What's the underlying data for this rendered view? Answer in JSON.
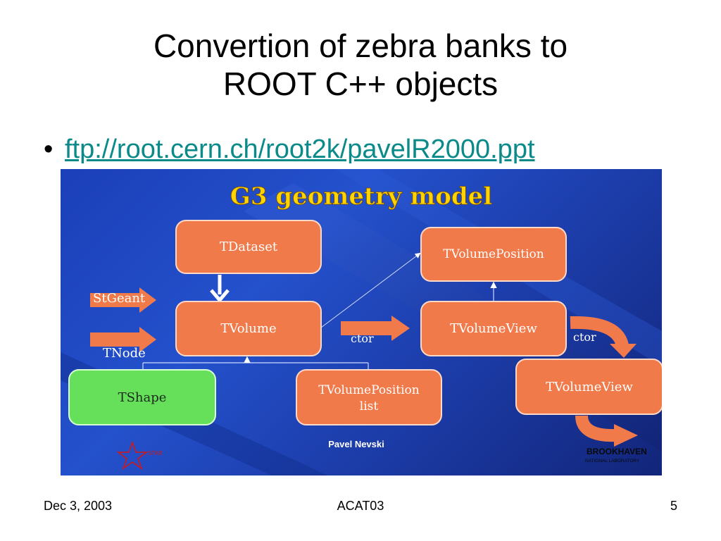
{
  "slide": {
    "title_line1": "Convertion of zebra banks to",
    "title_line2": "ROOT C++ objects",
    "bullet_link": "ftp://root.cern.ch/root2k/pavelR2000.ppt"
  },
  "diagram": {
    "heading": "G3 geometry model",
    "boxes": {
      "tdataset": "TDataset",
      "tvolume": "TVolume",
      "tshape": "TShape",
      "tvolumeposition_list_line1": "TVolumePosition",
      "tvolumeposition_list_line2": "list",
      "tvolumeposition": "TVolumePosition",
      "tvolumeview": "TVolumeView",
      "tvolumeview2": "TVolumeView"
    },
    "labels": {
      "stgeant": "StGeant",
      "tnode": "TNode",
      "ctor1": "ctor",
      "ctor2": "ctor",
      "author": "Pavel Nevski"
    },
    "logos": {
      "star": "STAR",
      "bnl": "BROOKHAVEN",
      "bnl_sub": "NATIONAL LABORATORY"
    },
    "colors": {
      "box_orange": "#f07a4a",
      "box_green": "#66e05a",
      "background_blue": "#1d44b8",
      "heading_yellow": "#ffd400"
    }
  },
  "footer": {
    "date": "Dec 3, 2003",
    "center": "ACAT03",
    "page": "5"
  }
}
